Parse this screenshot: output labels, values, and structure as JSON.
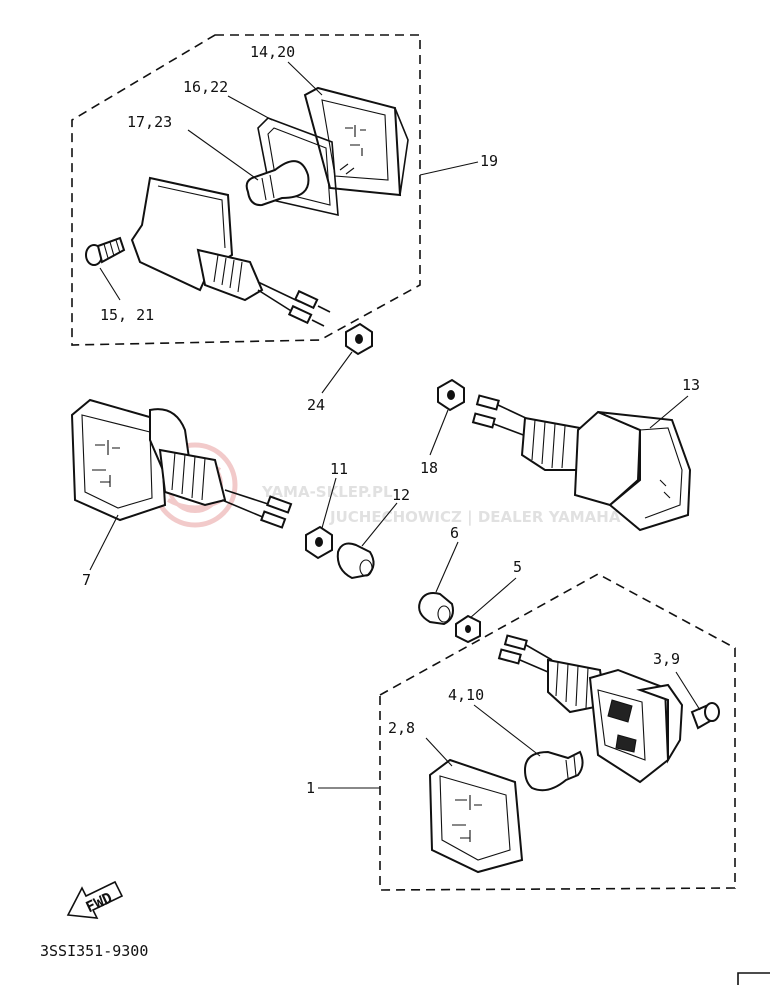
{
  "watermark": {
    "brand": "YAMA-SKLEP.PL",
    "tagline": "JUCHECHOWICZ | DEALER YAMAHA"
  },
  "callouts": {
    "c1": "1",
    "c2_8": "2,8",
    "c3_9": "3,9",
    "c4_10": "4,10",
    "c5": "5",
    "c6": "6",
    "c7": "7",
    "c11": "11",
    "c12": "12",
    "c13": "13",
    "c14_20": "14,20",
    "c15_21": "15, 21",
    "c16_22": "16,22",
    "c17_23": "17,23",
    "c18": "18",
    "c19": "19",
    "c24": "24"
  },
  "fwd_label": "FWD",
  "drawing_code": "3SSI351-9300"
}
